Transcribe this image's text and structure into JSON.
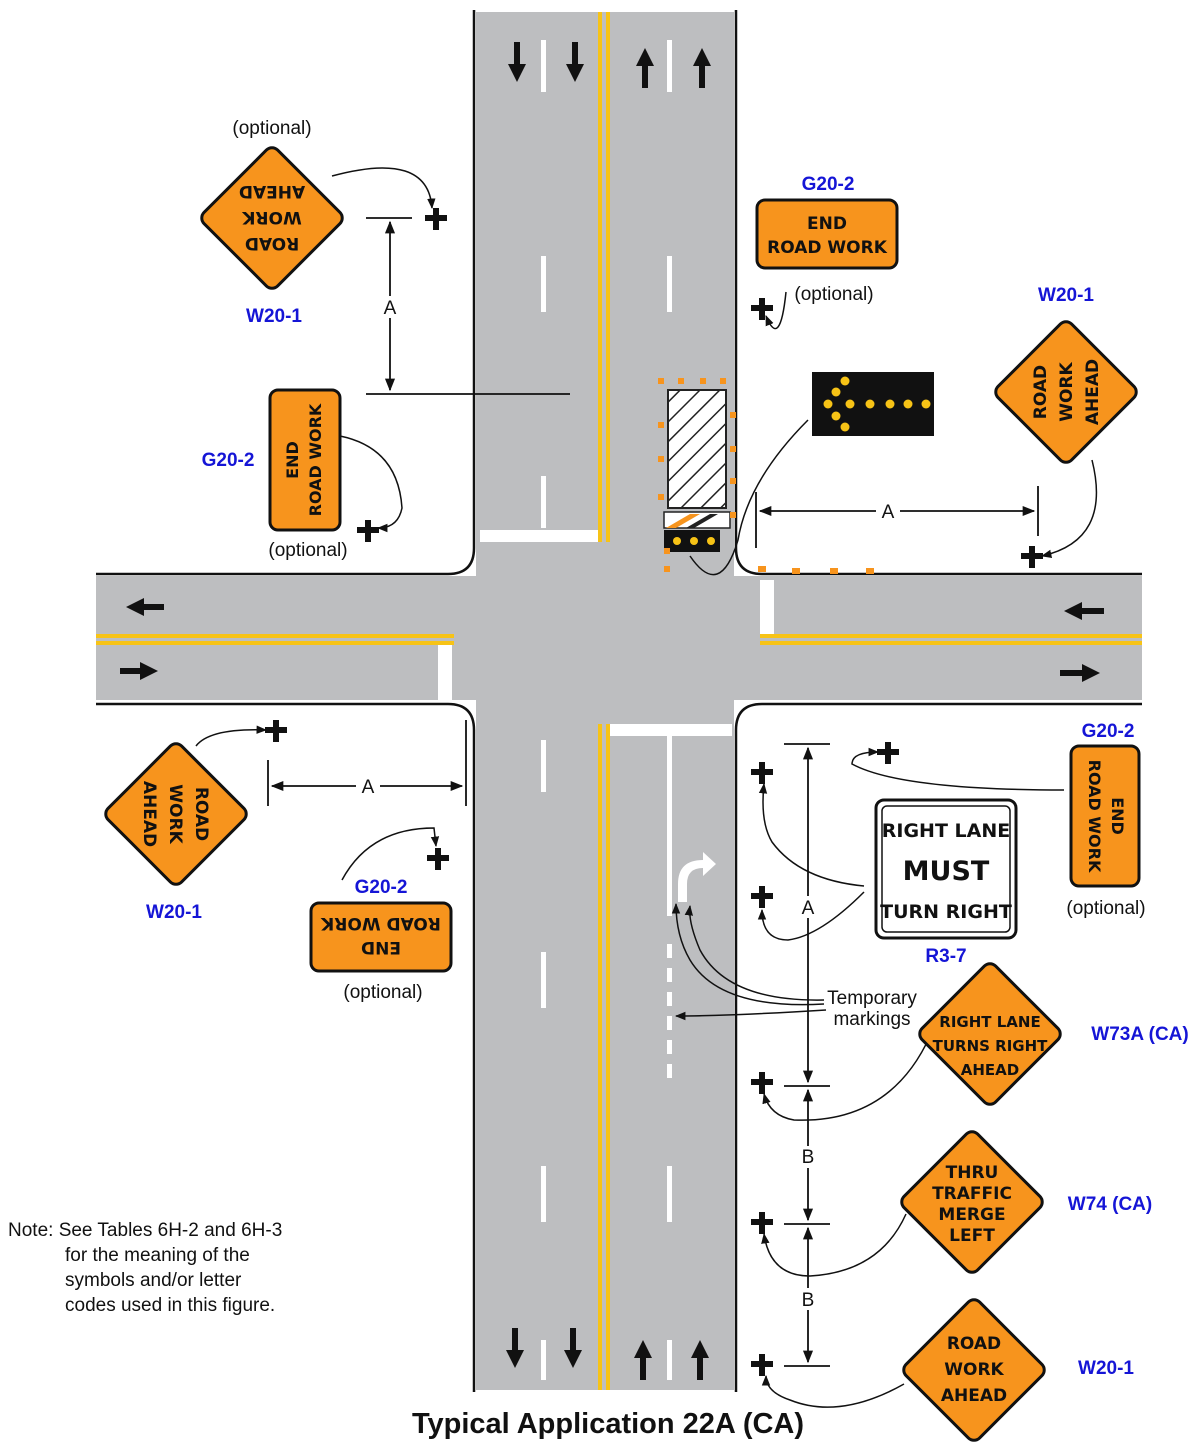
{
  "title": "Typical Application 22A (CA)",
  "note": {
    "lines": [
      "Note: See Tables 6H-2 and 6H-3",
      "for the meaning of the",
      "symbols and/or letter",
      "codes used in this figure."
    ]
  },
  "signs": {
    "w20_1_nw": {
      "code": "W20-1",
      "lines": [
        "ROAD",
        "WORK",
        "AHEAD"
      ],
      "note": "(optional)"
    },
    "g20_2_nw": {
      "code": "G20-2",
      "lines": [
        "END",
        "ROAD WORK"
      ],
      "note": "(optional)"
    },
    "g20_2_ne": {
      "code": "G20-2",
      "lines": [
        "END",
        "ROAD WORK"
      ],
      "note": "(optional)"
    },
    "w20_1_ne": {
      "code": "W20-1",
      "lines": [
        "ROAD",
        "WORK",
        "AHEAD"
      ]
    },
    "w20_1_sw": {
      "code": "W20-1",
      "lines": [
        "ROAD",
        "WORK",
        "AHEAD"
      ]
    },
    "g20_2_sw": {
      "code": "G20-2",
      "lines": [
        "END",
        "ROAD WORK"
      ],
      "note": "(optional)"
    },
    "g20_2_se": {
      "code": "G20-2",
      "lines": [
        "END",
        "ROAD WORK"
      ],
      "note": "(optional)"
    },
    "r3_7": {
      "code": "R3-7",
      "lines": [
        "RIGHT LANE",
        "MUST",
        "TURN RIGHT"
      ]
    },
    "w73a": {
      "code": "W73A (CA)",
      "lines": [
        "RIGHT LANE",
        "TURNS RIGHT",
        "AHEAD"
      ]
    },
    "w74": {
      "code": "W74 (CA)",
      "lines": [
        "THRU",
        "TRAFFIC",
        "MERGE",
        "LEFT"
      ]
    },
    "w20_1_s": {
      "code": "W20-1",
      "lines": [
        "ROAD",
        "WORK",
        "AHEAD"
      ]
    }
  },
  "dimensions": {
    "a": "A",
    "b": "B"
  },
  "labels": {
    "temporary_markings": [
      "Temporary",
      "markings"
    ]
  },
  "colors": {
    "pavement": "#bdbec0",
    "sign_orange": "#f7941d",
    "centerline_yellow": "#f7c316",
    "sign_code_blue": "#1515d6",
    "arrow_board": "#111111",
    "arrow_light": "#f7c316"
  },
  "icons": [
    "sign-support-icon",
    "lane-arrow-icon",
    "arrow-board-icon",
    "work-vehicle-icon",
    "channelizing-device-icon",
    "turn-arrow-marking-icon"
  ]
}
